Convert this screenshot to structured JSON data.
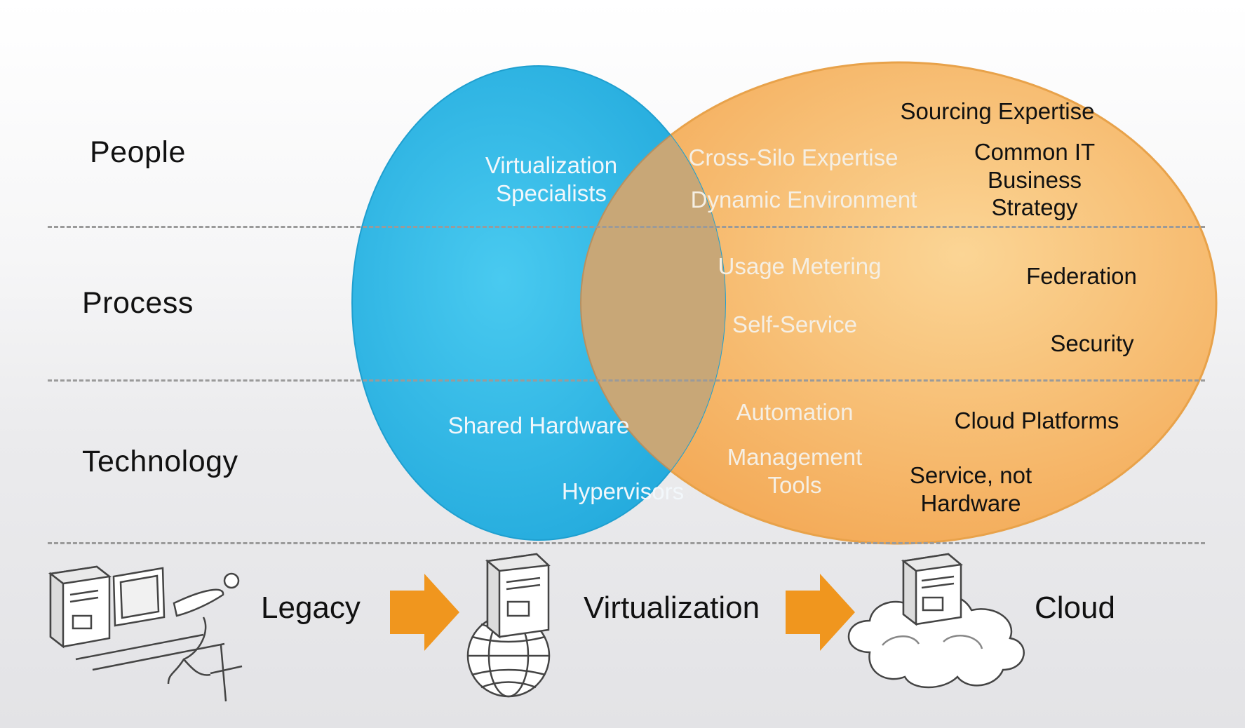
{
  "rows": {
    "people": "People",
    "process": "Process",
    "technology": "Technology"
  },
  "left_circle": {
    "people_line1": "Virtualization",
    "people_line2": "Specialists",
    "tech_1": "Shared Hardware",
    "tech_2": "Hypervisors"
  },
  "overlap": {
    "people_1": "Cross-Silo Expertise",
    "people_2": "Dynamic Environment",
    "process_1": "Usage Metering",
    "process_2": "Self-Service",
    "tech_1": "Automation",
    "tech_2_line1": "Management",
    "tech_2_line2": "Tools"
  },
  "right_circle": {
    "people_1": "Sourcing Expertise",
    "people_2_line1": "Common IT",
    "people_2_line2": "Business",
    "people_2_line3": "Strategy",
    "process_1": "Federation",
    "process_2": "Security",
    "tech_1": "Cloud Platforms",
    "tech_2_line1": "Service, not",
    "tech_2_line2": "Hardware"
  },
  "evolution": {
    "stage1": "Legacy",
    "stage2": "Virtualization",
    "stage3": "Cloud"
  },
  "colors": {
    "blue_circle": "#38c0ea",
    "orange_circle": "#f7b968",
    "arrow": "#f0961e"
  }
}
